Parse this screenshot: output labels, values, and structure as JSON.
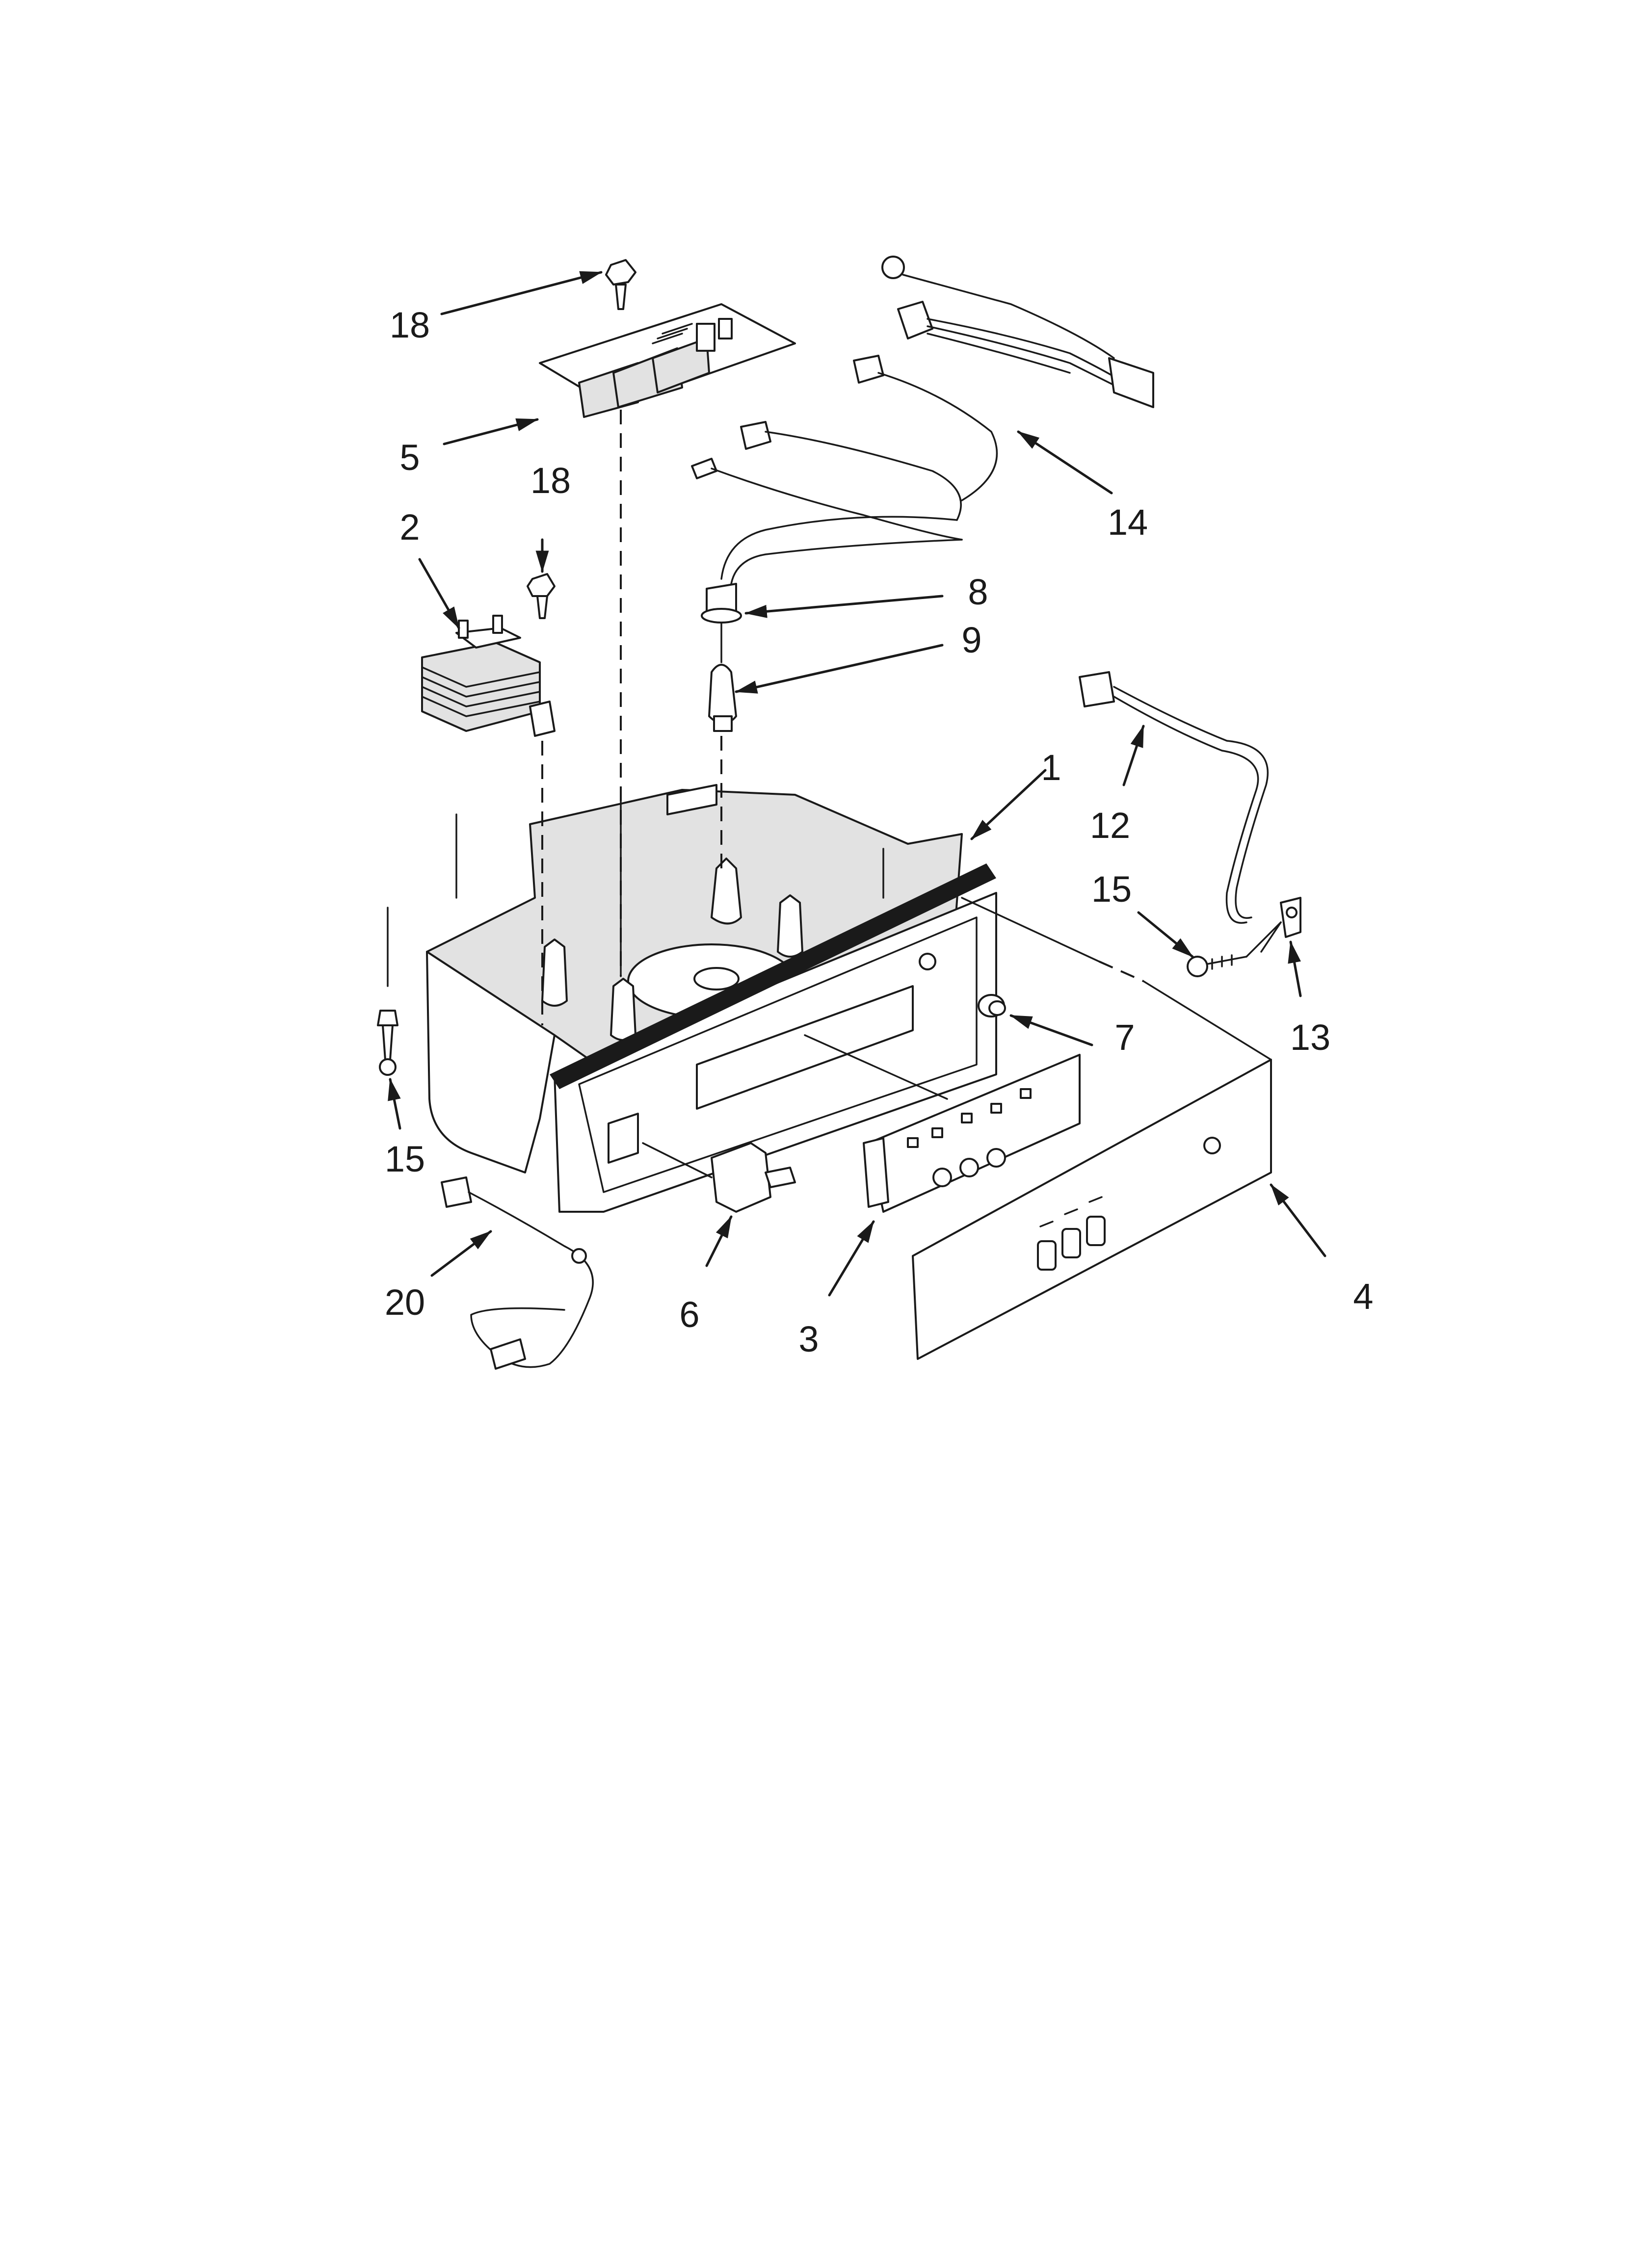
{
  "callouts": {
    "c1": "1",
    "c2": "2",
    "c3": "3",
    "c4": "4",
    "c5": "5",
    "c6": "6",
    "c7": "7",
    "c8": "8",
    "c9": "9",
    "c12": "12",
    "c13": "13",
    "c14": "14",
    "c15a": "15",
    "c15b": "15",
    "c18a": "18",
    "c18b": "18",
    "c20": "20"
  }
}
